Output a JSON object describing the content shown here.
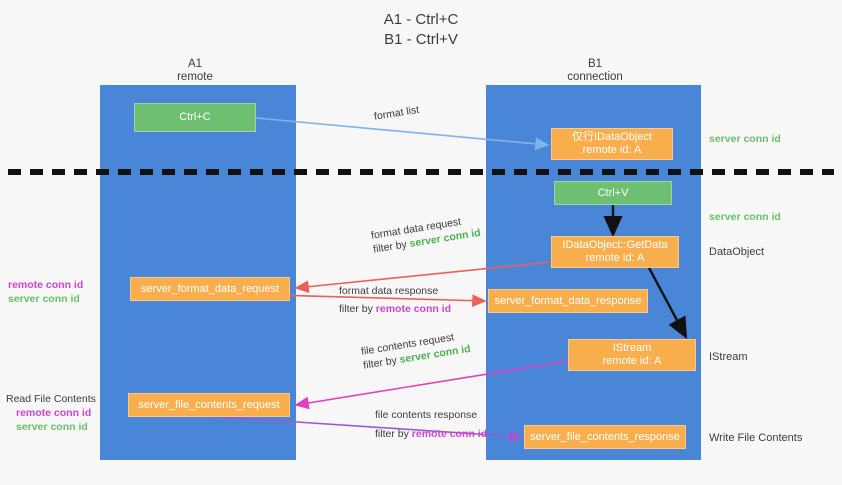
{
  "title": {
    "line1": "A1 - Ctrl+C",
    "line2": "B1 - Ctrl+V"
  },
  "lanes": [
    {
      "id": "a1",
      "name": "A1",
      "sub": "remote"
    },
    {
      "id": "b1",
      "name": "B1",
      "sub": "connection"
    }
  ],
  "nodes": {
    "ctrl_c": {
      "label": "Ctrl+C"
    },
    "ctrl_v": {
      "label": "Ctrl+V"
    },
    "idataobject": {
      "line1": "仅行IDataObject",
      "line2": "remote id: A"
    },
    "getdata": {
      "line1": "IDataObject::GetData",
      "line2": "remote id: A"
    },
    "istream": {
      "line1": "IStream",
      "line2": "remote id: A"
    },
    "format_data_request": {
      "label": "server_format_data_request"
    },
    "format_data_response": {
      "label": "server_format_data_response"
    },
    "file_contents_request": {
      "label": "server_file_contents_request"
    },
    "file_contents_response": {
      "label": "server_file_contents_response"
    }
  },
  "edges": {
    "format_list": {
      "label": "format list"
    },
    "format_data_request": {
      "line1": "format data request",
      "filter_prefix": "filter by ",
      "filter_value": "server conn id"
    },
    "format_data_response": {
      "line1": "format data response",
      "filter_prefix": "filter by ",
      "filter_value": "remote conn id"
    },
    "file_contents_request": {
      "line1": "file contents request",
      "filter_prefix": "filter by ",
      "filter_value": "server conn id"
    },
    "file_contents_response": {
      "line1": "file contents response",
      "filter_prefix": "filter by ",
      "filter_value": "remote conn id"
    }
  },
  "annotations": {
    "left_format": {
      "remote": "remote conn id",
      "server": "server conn id"
    },
    "left_file": {
      "title": "Read File Contents",
      "remote": "remote conn id",
      "server": "server conn id"
    },
    "right_conn_1": "server conn id",
    "right_conn_2": "server conn id",
    "right_dataobject": "DataObject",
    "right_istream": "IStream",
    "right_write": "Write File Contents"
  },
  "colors": {
    "lane": "#4a86d8",
    "green_box": "#6fbf73",
    "orange_box": "#f9ae4d",
    "server_conn": "#4caf50",
    "remote_conn": "#cc44cc",
    "arrow_red": "#e8615a",
    "arrow_blue": "#7fb4e8",
    "arrow_magenta": "#e040c0",
    "arrow_purple": "#9b59d0",
    "divider": "#111111",
    "background": "#f7f7f7"
  }
}
